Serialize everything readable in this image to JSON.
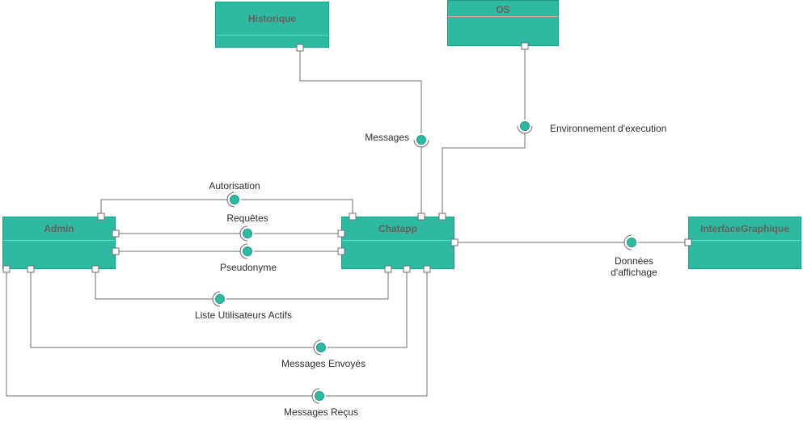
{
  "diagram": {
    "type": "uml-component-diagram",
    "components": {
      "historique": {
        "label": "Historique"
      },
      "os": {
        "label": "OS"
      },
      "admin": {
        "label": "Admin"
      },
      "chatapp": {
        "label": "Chatapp"
      },
      "interface_graphique": {
        "label": "InterfaceGraphique"
      }
    },
    "interfaces": {
      "messages": {
        "label": "Messages"
      },
      "environnement": {
        "label": "Environnement d'execution"
      },
      "autorisation": {
        "label": "Autorisation"
      },
      "requetes": {
        "label": "Requêtes"
      },
      "pseudonyme": {
        "label": "Pseudonyme"
      },
      "liste_utilisateurs_actifs": {
        "label": "Liste Utilisateurs Actifs"
      },
      "messages_envoyes": {
        "label": "Messages Envoyés"
      },
      "messages_recus": {
        "label": "Messages Reçus"
      },
      "donnees_affichage": {
        "label": "Données d'affichage"
      }
    },
    "colors": {
      "component_fill": "#2eb9a1",
      "component_border": "#1e9b86",
      "component_title": "#6b5d5d",
      "separator": "#e3a6a0",
      "connector": "#6e6e6e",
      "label_text": "#2d2d2d",
      "background": "#ffffff"
    }
  }
}
